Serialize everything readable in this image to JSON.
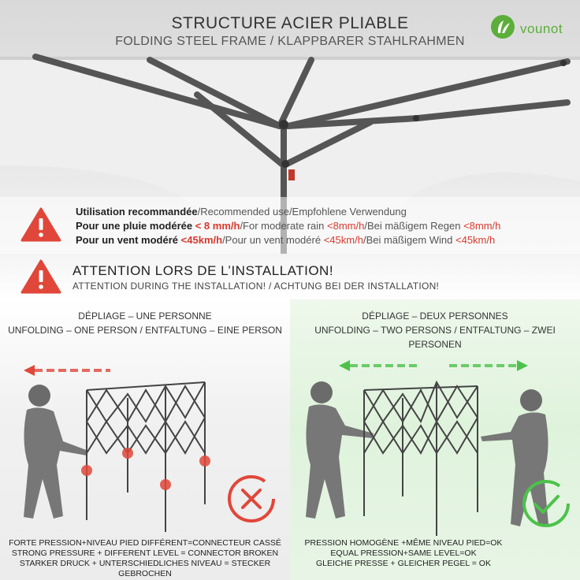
{
  "header": {
    "title": "STRUCTURE ACIER PLIABLE",
    "subtitle": "FOLDING STEEL FRAME / KLAPPBARER STAHLRAHMEN",
    "logo_text": "vounot",
    "logo_icon": "leaf-logo-icon",
    "brand_color": "#5cae3a"
  },
  "usage_warning": {
    "icon": "warning-triangle-icon",
    "line1_bold": "Utilisation recommandée",
    "line1_rest": "/Recommended use/Empfohlene Verwendung",
    "line2_bold": "Pour une pluie modérée",
    "line2_red": "< 8 mm/h",
    "line2_mid": "/For moderate rain",
    "line2_red2": "<8mm/h",
    "line2_mid2": "/Bei mäßigem Regen",
    "line2_red3": "<8mm/h",
    "line3_bold": "Pour un vent modéré",
    "line3_red": "<45km/h",
    "line3_mid": "/Pour un vent modéré",
    "line3_red2": "<45km/h",
    "line3_mid2": "/Bei mäßigem Wind",
    "line3_red3": "<45km/h",
    "accent_red": "#d73b2f"
  },
  "install_warning": {
    "icon": "warning-triangle-icon",
    "title": "ATTENTION LORS DE L’INSTALLATION!",
    "subtitle": "ATTENTION DURING THE INSTALLATION! / ACHTUNG BEI DER INSTALLATION!"
  },
  "left_panel": {
    "heading1": "DÉPLIAGE – UNE PERSONNE",
    "heading2": "UNFOLDING – ONE PERSON / ENTFALTUNG – EINE PERSON",
    "status_icon": "cross-circle-icon",
    "caption1": "FORTE PRESSION+NIVEAU PIED DIFFÉRENT=CONNECTEUR CASSÉ",
    "caption2": "STRONG PRESSURE + DIFFERENT LEVEL = CONNECTOR BROKEN",
    "caption3": "STARKER DRUCK + UNTERSCHIEDLICHES NIVEAU = STECKER GEBROCHEN",
    "status_color": "#e0473a"
  },
  "right_panel": {
    "heading1": "DÉPLIAGE – DEUX PERSONNES",
    "heading2": "UNFOLDING – TWO PERSONS / ENTFALTUNG – ZWEI PERSONEN",
    "status_icon": "check-circle-icon",
    "caption1": "PRESSION HOMOGÈNE +MÊME NIVEAU PIED=OK",
    "caption2": "EQUAL PRESSION+SAME LEVEL=OK",
    "caption3": "GLEICHE PRESSE + GLEICHER PEGEL = OK",
    "status_color": "#4cc24a"
  }
}
